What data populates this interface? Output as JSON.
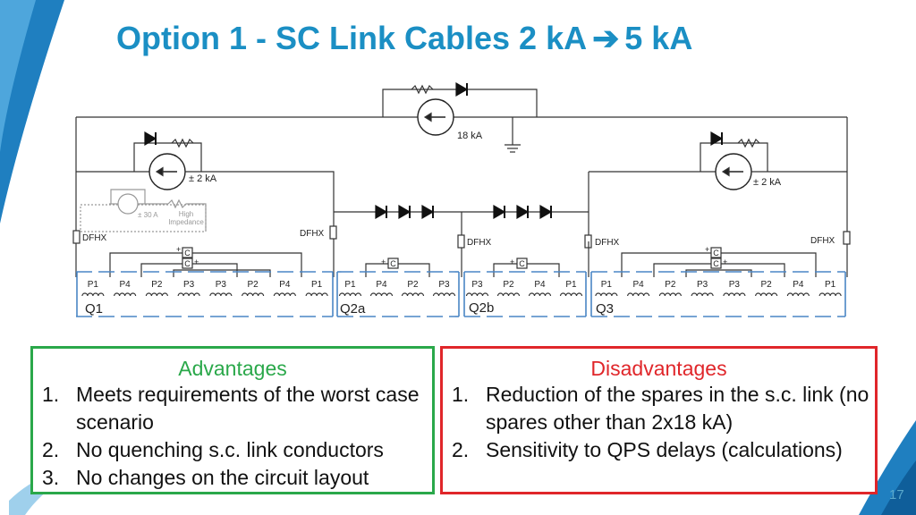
{
  "title": {
    "text": "Option 1  - SC Link Cables 2 kA",
    "arrow": "➔",
    "suffix": "5 kA"
  },
  "circuit": {
    "main_source": "18 kA",
    "left_source": "± 2 kA",
    "right_source": "± 2 kA",
    "small_source": "± 30 A",
    "high_impedance": [
      "High",
      "Impedance"
    ],
    "dfhx": "DFHX",
    "cap": "C",
    "plus": "+",
    "q1_ports": [
      "P1",
      "P4",
      "P2",
      "P3",
      "P3",
      "P2",
      "P4",
      "P1"
    ],
    "q2a_ports": [
      "P1",
      "P4",
      "P2",
      "P3"
    ],
    "q2b_ports": [
      "P3",
      "P2",
      "P4",
      "P1"
    ],
    "q3_ports": [
      "P1",
      "P4",
      "P2",
      "P3",
      "P3",
      "P2",
      "P4",
      "P1"
    ],
    "quads": [
      "Q1",
      "Q2a",
      "Q2b",
      "Q3"
    ]
  },
  "advantages": {
    "heading": "Advantages",
    "items": [
      {
        "num": "1.",
        "text": "Meets requirements of the worst case scenario"
      },
      {
        "num": "2.",
        "text": "No quenching s.c. link conductors"
      },
      {
        "num": "3.",
        "text": "No changes on the circuit layout"
      }
    ]
  },
  "disadvantages": {
    "heading": "Disadvantages",
    "items": [
      {
        "num": "1.",
        "text": "Reduction of the spares in the s.c. link (no spares other than 2x18 kA)"
      },
      {
        "num": "2.",
        "text": "Sensitivity to QPS delays (calculations)"
      }
    ]
  },
  "page_number": "17",
  "colors": {
    "title": "#1b8fc4",
    "advantages": "#2aa84a",
    "disadvantages": "#e0262a",
    "dash": "#4a86c5",
    "deco": "#1f7fc0"
  }
}
